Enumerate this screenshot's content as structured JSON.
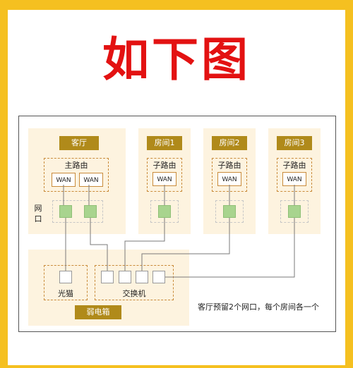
{
  "title": "如下图",
  "rooms": [
    {
      "name": "客厅",
      "router": "主路由",
      "wans": [
        "WAN",
        "WAN"
      ]
    },
    {
      "name": "房间1",
      "router": "子路由",
      "wans": [
        "WAN"
      ]
    },
    {
      "name": "房间2",
      "router": "子路由",
      "wans": [
        "WAN"
      ]
    },
    {
      "name": "房间3",
      "router": "子路由",
      "wans": [
        "WAN"
      ]
    }
  ],
  "port_label": "网口",
  "box": {
    "name": "弱电箱",
    "modem": "光猫",
    "switch": "交换机"
  },
  "caption": "客厅预留2个网口，每个房间各一个",
  "colors": {
    "frame": "#f5c020",
    "title": "#e31212",
    "tag": "#b08a1a",
    "port": "#a8d48e"
  }
}
